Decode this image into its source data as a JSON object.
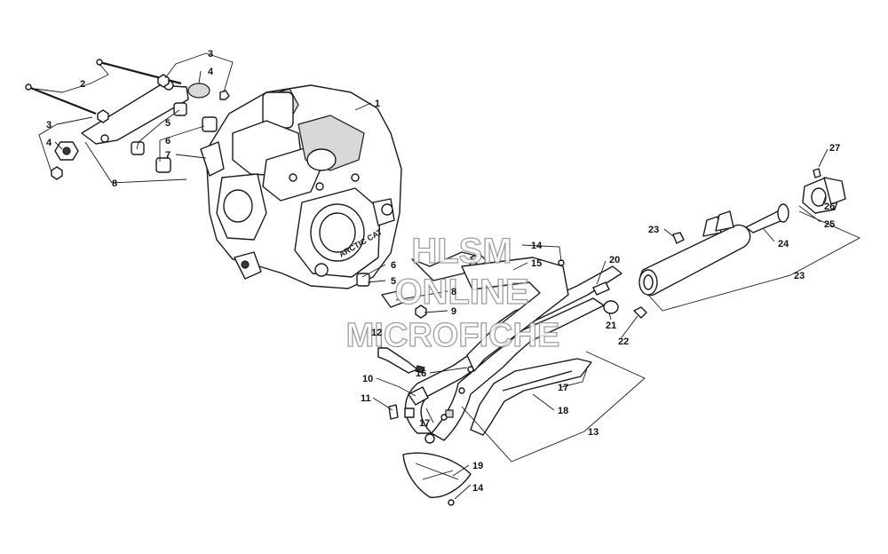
{
  "watermark": {
    "line1": "HLSM",
    "line2": "ONLINE",
    "line3": "MICROFICHE"
  },
  "engine_stamp": "ARCTIC CAT",
  "callouts": [
    {
      "id": "c1",
      "label": "1"
    },
    {
      "id": "c2",
      "label": "2"
    },
    {
      "id": "c3a",
      "label": "3"
    },
    {
      "id": "c3b",
      "label": "3"
    },
    {
      "id": "c4a",
      "label": "4"
    },
    {
      "id": "c4b",
      "label": "4"
    },
    {
      "id": "c5a",
      "label": "5"
    },
    {
      "id": "c5b",
      "label": "5"
    },
    {
      "id": "c6a",
      "label": "6"
    },
    {
      "id": "c6b",
      "label": "6"
    },
    {
      "id": "c7",
      "label": "7"
    },
    {
      "id": "c8a",
      "label": "8"
    },
    {
      "id": "c8b",
      "label": "8"
    },
    {
      "id": "c9",
      "label": "9"
    },
    {
      "id": "c10",
      "label": "10"
    },
    {
      "id": "c11",
      "label": "11"
    },
    {
      "id": "c12",
      "label": "12"
    },
    {
      "id": "c13",
      "label": "13"
    },
    {
      "id": "c14a",
      "label": "14"
    },
    {
      "id": "c14b",
      "label": "14"
    },
    {
      "id": "c15",
      "label": "15"
    },
    {
      "id": "c16",
      "label": "16"
    },
    {
      "id": "c17a",
      "label": "17"
    },
    {
      "id": "c17b",
      "label": "17"
    },
    {
      "id": "c18",
      "label": "18"
    },
    {
      "id": "c19",
      "label": "19"
    },
    {
      "id": "c20",
      "label": "20"
    },
    {
      "id": "c21",
      "label": "21"
    },
    {
      "id": "c22",
      "label": "22"
    },
    {
      "id": "c23a",
      "label": "23"
    },
    {
      "id": "c23b",
      "label": "23"
    },
    {
      "id": "c24",
      "label": "24"
    },
    {
      "id": "c25",
      "label": "25"
    },
    {
      "id": "c26",
      "label": "26"
    },
    {
      "id": "c27",
      "label": "27"
    }
  ]
}
